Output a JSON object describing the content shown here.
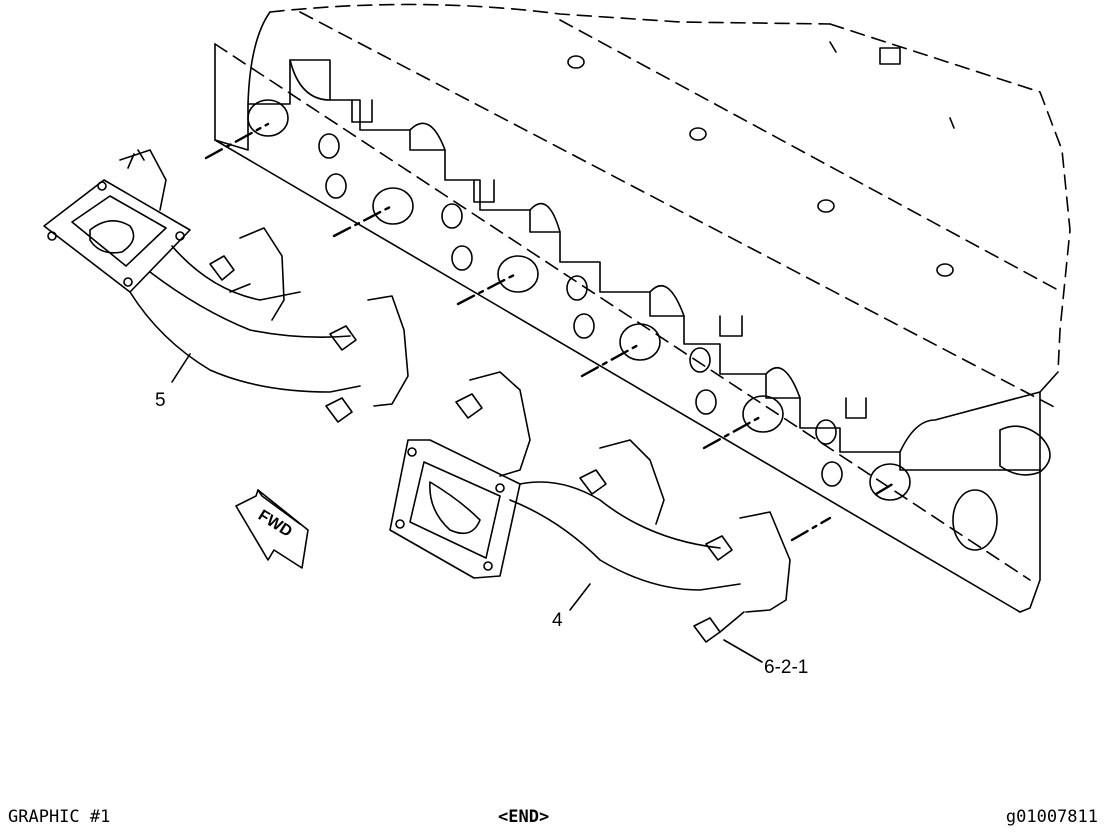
{
  "callouts": {
    "part_5": "5",
    "part_4": "4",
    "part_bolt": "6-2-1",
    "fwd": "FWD"
  },
  "footer": {
    "left": "GRAPHIC #1",
    "center": "<END>",
    "right": "g01007811"
  },
  "colors": {
    "line": "#000000",
    "background": "#ffffff"
  }
}
